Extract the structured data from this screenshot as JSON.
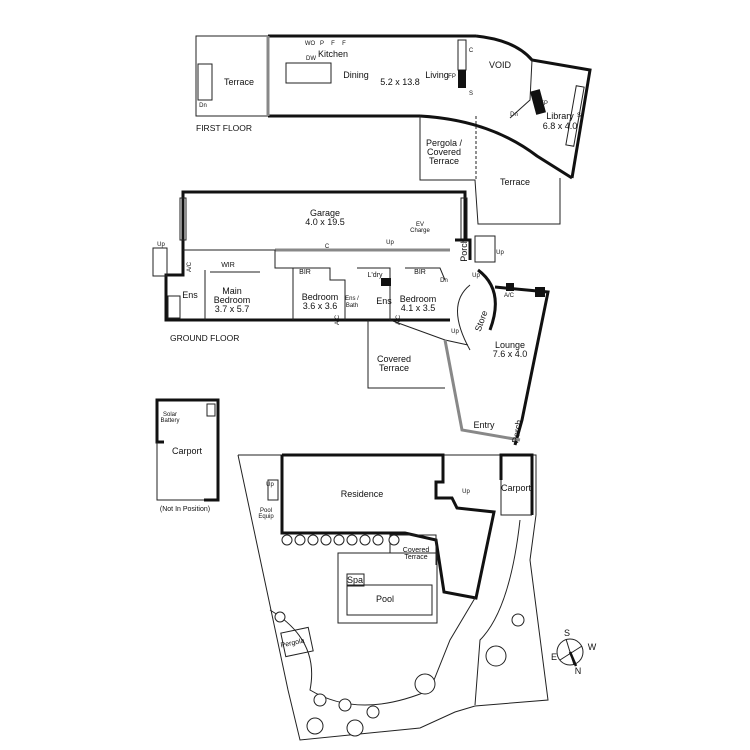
{
  "first_floor": {
    "title": "FIRST FLOOR",
    "rooms": {
      "terrace_left": "Terrace",
      "kitchen": "Kitchen",
      "dining": "Dining",
      "dining_size": "5.2 x 13.8",
      "living": "Living",
      "void": "VOID",
      "library": "Library",
      "library_size": "6.8 x 4.0",
      "pergola_1": "Pergola /",
      "pergola_2": "Covered",
      "pergola_3": "Terrace",
      "terrace_right": "Terrace"
    },
    "fixtures": {
      "wo": "WO",
      "p": "P",
      "f1": "F",
      "f2": "F",
      "dw": "DW",
      "fp": "FP",
      "fp2": "FP",
      "c": "C",
      "s": "S",
      "s2": "S",
      "dn": "Dn",
      "dn2": "Dn"
    }
  },
  "ground_floor": {
    "title": "GROUND FLOOR",
    "rooms": {
      "garage": "Garage",
      "garage_size": "4.0 x 19.5",
      "ev_1": "EV",
      "ev_2": "Charge",
      "wir": "WIR",
      "main_1": "Main",
      "main_2": "Bedroom",
      "main_size": "3.7 x 5.7",
      "ens_main": "Ens",
      "bir_1": "BIR",
      "bir_2": "BIR",
      "bed2": "Bedroom",
      "bed2_size": "3.6 x 3.6",
      "ens_bath_1": "Ens /",
      "ens_bath_2": "Bath",
      "ens2": "Ens",
      "laundry": "L'dry",
      "bed3": "Bedroom",
      "bed3_size": "4.1 x 3.5",
      "porch_top": "Porch",
      "covered_1": "Covered",
      "covered_2": "Terrace",
      "store": "Store",
      "lounge": "Lounge",
      "lounge_size": "7.6 x 4.0",
      "entry": "Entry",
      "porch_bottom": "Porch"
    },
    "fixtures": {
      "up1": "Up",
      "up2": "Up",
      "up3": "Up",
      "up4": "Up",
      "up5": "Up",
      "dn": "Dn",
      "ac1": "A/C",
      "ac2": "A/C",
      "ac3": "A/C",
      "ac4": "A/C",
      "c": "C"
    }
  },
  "carport_detached": {
    "label": "Carport",
    "solar_1": "Solar",
    "solar_2": "Battery",
    "note": "(Not In Position)"
  },
  "site_plan": {
    "residence": "Residence",
    "carport": "Carport",
    "covered_1": "Covered",
    "covered_2": "Terrace",
    "spa": "Spa",
    "pool": "Pool",
    "pergola": "Pergola",
    "pool_equip_1": "Pool",
    "pool_equip_2": "Equip",
    "up1": "Up",
    "up2": "Up"
  },
  "compass": {
    "s": "S",
    "w": "W",
    "e": "E",
    "n": "N"
  }
}
